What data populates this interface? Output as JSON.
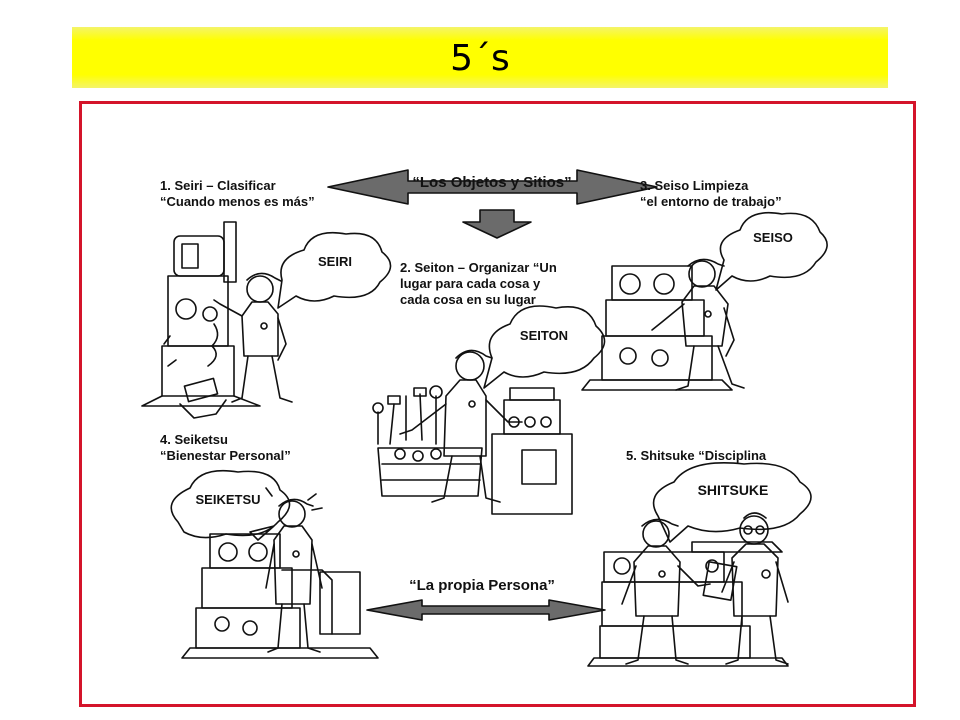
{
  "title": "5´s",
  "colors": {
    "title_band": "#ffff00",
    "frame_border": "#d4142a",
    "ink": "#111111"
  },
  "arrows": {
    "top": "“Los Objetos y Sitios”",
    "bottom": "“La propia Persona”"
  },
  "steps": [
    {
      "line1": "1. Seiri – Clasificar",
      "line2": "“Cuando menos es más”",
      "bubble": "SEIRI"
    },
    {
      "line1": "2. Seiton – Organizar  “Un",
      "line2": "lugar para cada cosa y",
      "line3": "cada cosa en su lugar",
      "bubble": "SEITON"
    },
    {
      "line1": "3. Seiso Limpieza",
      "line2": "“el entorno de trabajo”",
      "bubble": "SEISO"
    },
    {
      "line1": "4. Seiketsu",
      "line2": "“Bienestar Personal”",
      "bubble": "SEIKETSU"
    },
    {
      "line1": "5. Shitsuke “Disciplina",
      "bubble": "SHITSUKE"
    }
  ]
}
